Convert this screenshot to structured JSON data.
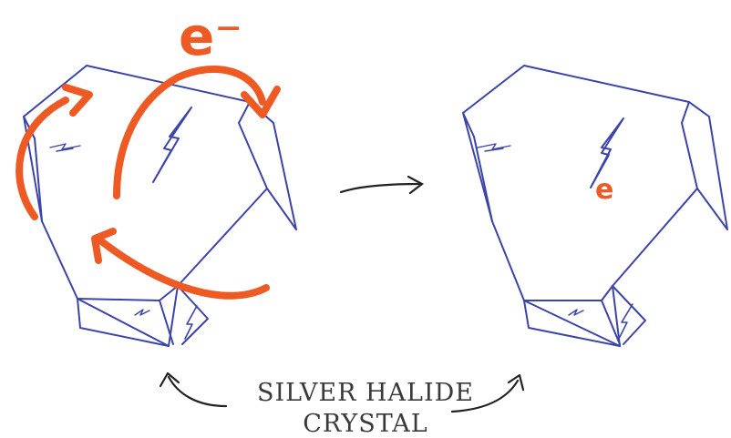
{
  "diagram": {
    "caption_line1": "SILVER HALIDE",
    "caption_line2": "CRYSTAL",
    "electron_label": "e⁻",
    "electron_small_label": "e",
    "colors": {
      "crystal_outline": "#3b44a8",
      "electron_arrow": "#ee5a24",
      "ink_arrow": "#222222",
      "caption_text": "#3a3a3a"
    }
  }
}
